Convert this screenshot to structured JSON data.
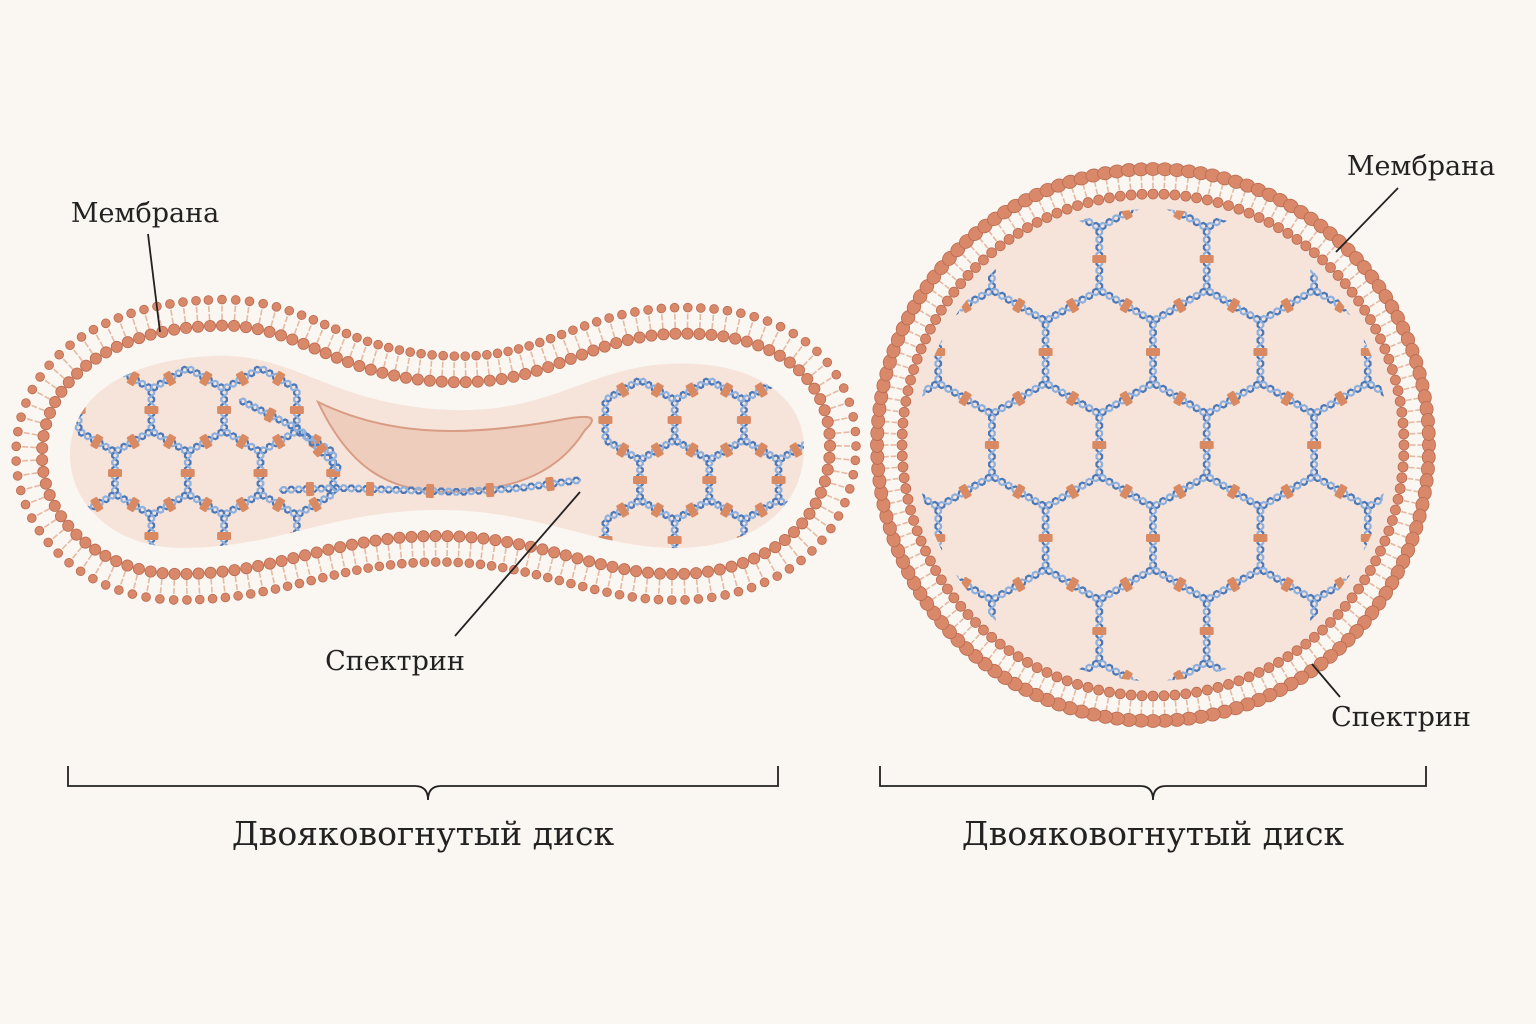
{
  "left_panel": {
    "membrane_label": "Мембрана",
    "spectrin_label": "Спектрин",
    "caption": "Двояковогнутый диск"
  },
  "right_panel": {
    "membrane_label": "Мембрана",
    "spectrin_label": "Спектрин",
    "caption": "Двояковогнутый диск"
  },
  "colors": {
    "background": "#faf6f1",
    "lipid_head": "#d9896a",
    "lipid_head_stroke": "#b96a50",
    "lipid_tail": "#e6b9a2",
    "cytoplasm": "#f6e4da",
    "concavity": "#efcdbd",
    "spectrin": "#4a78b8",
    "spectrin_light": "#8fb0dc",
    "junction": "#d98a62",
    "ink": "#222222"
  }
}
